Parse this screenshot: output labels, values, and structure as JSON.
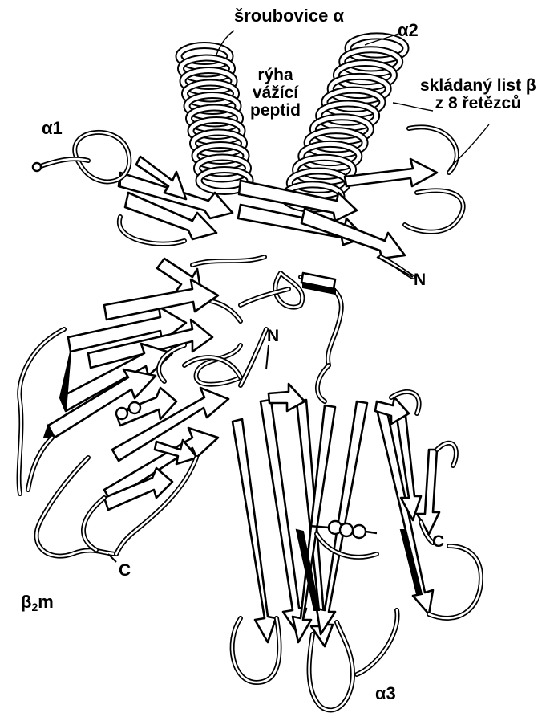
{
  "labels": {
    "helix": "šroubovice α",
    "alpha2": "α2",
    "groove": [
      "rýha",
      "vážící",
      "peptid"
    ],
    "sheet": [
      "skládaný list β",
      "z 8 řetězců"
    ],
    "alpha1": "α1",
    "n_term_1": "N",
    "n_term_2": "N",
    "c_term_1": "C",
    "c_term_2": "C",
    "b2m": "β",
    "b2m_sub": "2",
    "b2m_end": "m",
    "alpha3": "α3"
  }
}
